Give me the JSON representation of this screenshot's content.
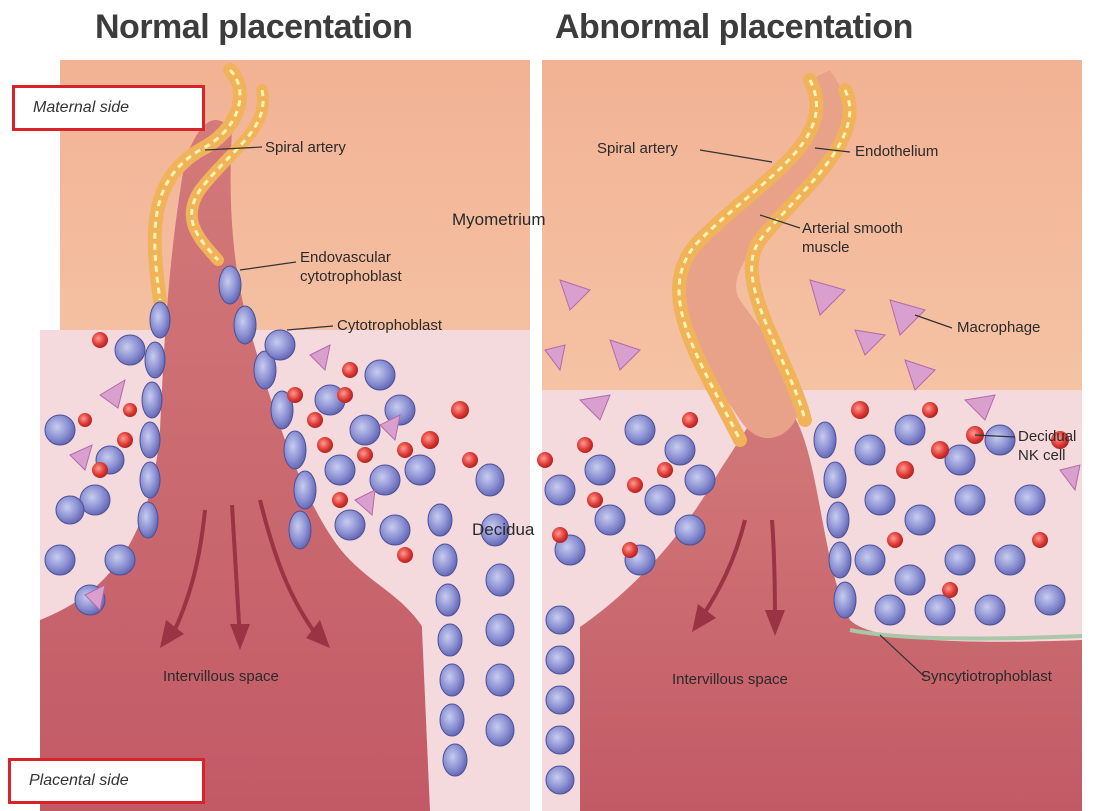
{
  "panels": {
    "left": {
      "title": "Normal placentation",
      "labels": {
        "spiral_artery": "Spiral artery",
        "endovascular_line1": "Endovascular",
        "endovascular_line2": "cytotrophoblast",
        "cytotrophoblast": "Cytotrophoblast",
        "intervillous_space": "Intervillous space"
      }
    },
    "right": {
      "title": "Abnormal placentation",
      "labels": {
        "spiral_artery": "Spiral artery",
        "endothelium": "Endothelium",
        "arterial_smooth_line1": "Arterial smooth",
        "arterial_smooth_line2": "muscle",
        "macrophage": "Macrophage",
        "decidual_nk_line1": "Decidual",
        "decidual_nk_line2": "NK cell",
        "intervillous_space": "Intervillous space",
        "syncytiotrophoblast": "Syncytiotrophoblast"
      }
    }
  },
  "center_labels": {
    "myometrium": "Myometrium",
    "decidua": "Decidua"
  },
  "annotations": {
    "maternal_side": "Maternal side",
    "placental_side": "Placental side"
  },
  "colors": {
    "myometrium": "#f4b89a",
    "decidua": "#f6dcdc",
    "intervillous": "#c9636a",
    "artery_wall": "#f2c35a",
    "trophoblast": "#7b80c8",
    "nk_cell": "#d83a3a",
    "macrophage": "#d9a0cf",
    "box_outline": "#d8232a"
  }
}
